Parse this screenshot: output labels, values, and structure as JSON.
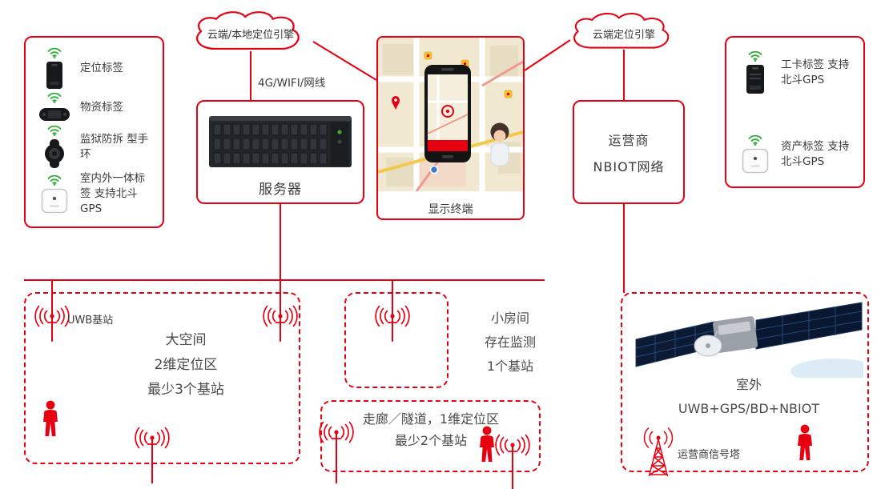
{
  "colors": {
    "red": "#e60012",
    "green": "#2fae37",
    "text": "#404040",
    "device_black": "#17181a"
  },
  "clouds": {
    "left": "云端/本地定位引擎",
    "right": "云端定位引擎"
  },
  "link_label": "4G/WIFI/网线",
  "left_panel": {
    "items": [
      {
        "icon": "locator-tag-icon",
        "lines": [
          "定位标签"
        ]
      },
      {
        "icon": "material-tag-icon",
        "lines": [
          "物资标签"
        ]
      },
      {
        "icon": "wristband-icon",
        "lines": [
          "监狱防拆",
          "型手环"
        ]
      },
      {
        "icon": "indoor-outdoor-tag-icon",
        "lines": [
          "室内外一体标签",
          "支持北斗GPS"
        ]
      }
    ]
  },
  "server_label": "服务器",
  "display_terminal_label": "显示终端",
  "operator": {
    "lines": [
      "运营商",
      "NBIOT网络"
    ]
  },
  "right_panel": {
    "items": [
      {
        "icon": "work-card-tag-icon",
        "lines": [
          "工卡标签",
          "支持北斗GPS"
        ]
      },
      {
        "icon": "asset-tag-icon",
        "lines": [
          "资产标签",
          "支持北斗GPS"
        ]
      }
    ]
  },
  "zones": {
    "large_space": {
      "station_label": "UWB基站",
      "lines": [
        "大空间",
        "2维定位区",
        "最少3个基站"
      ]
    },
    "small_room": {
      "lines": [
        "小房间",
        "存在监测",
        "1个基站"
      ]
    },
    "corridor": {
      "lines": [
        "走廊／隧道，1维定位区",
        "最少2个基站"
      ]
    },
    "outdoor": {
      "lines": [
        "室外",
        "UWB+GPS/BD+NBIOT"
      ],
      "tower_label": "运营商信号塔"
    }
  }
}
